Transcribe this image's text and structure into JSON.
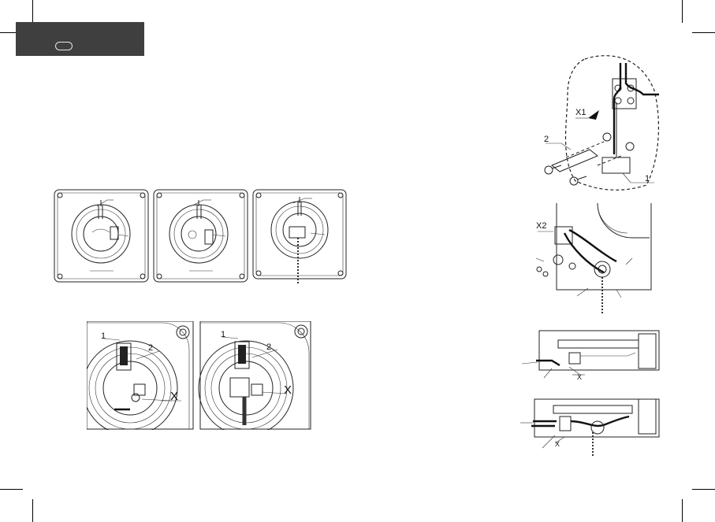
{
  "labels": {
    "one": "1",
    "two": "2",
    "x": "X",
    "x1": "X1",
    "x2": "X2"
  },
  "tab": {
    "color": "#3f3f3f"
  }
}
